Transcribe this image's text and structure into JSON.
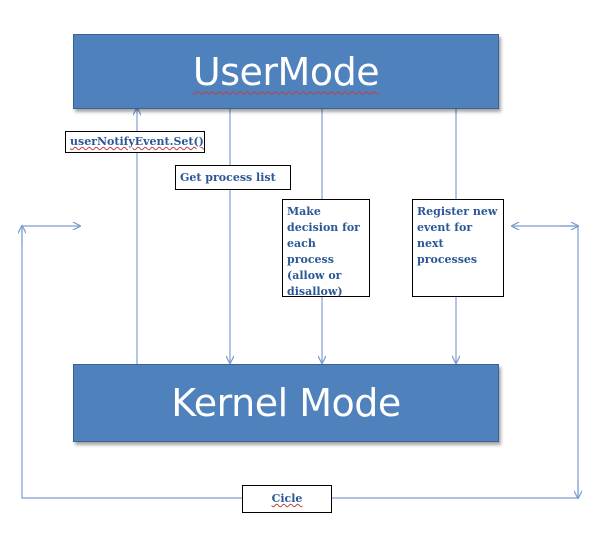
{
  "diagram": {
    "user_mode_label": "UserMode",
    "kernel_mode_label": "Kernel Mode",
    "boxes": {
      "notify_event": "userNotifyEvent.Set()",
      "get_process_list": "Get process list",
      "make_decision": "Make decision for each process (allow or disallow)",
      "register_event": "Register new event for next processes",
      "cicle": "Cicle"
    },
    "colors": {
      "block_fill": "#4f81bd",
      "arrow": "#7f9fcf",
      "box_text": "#2b5797"
    }
  }
}
